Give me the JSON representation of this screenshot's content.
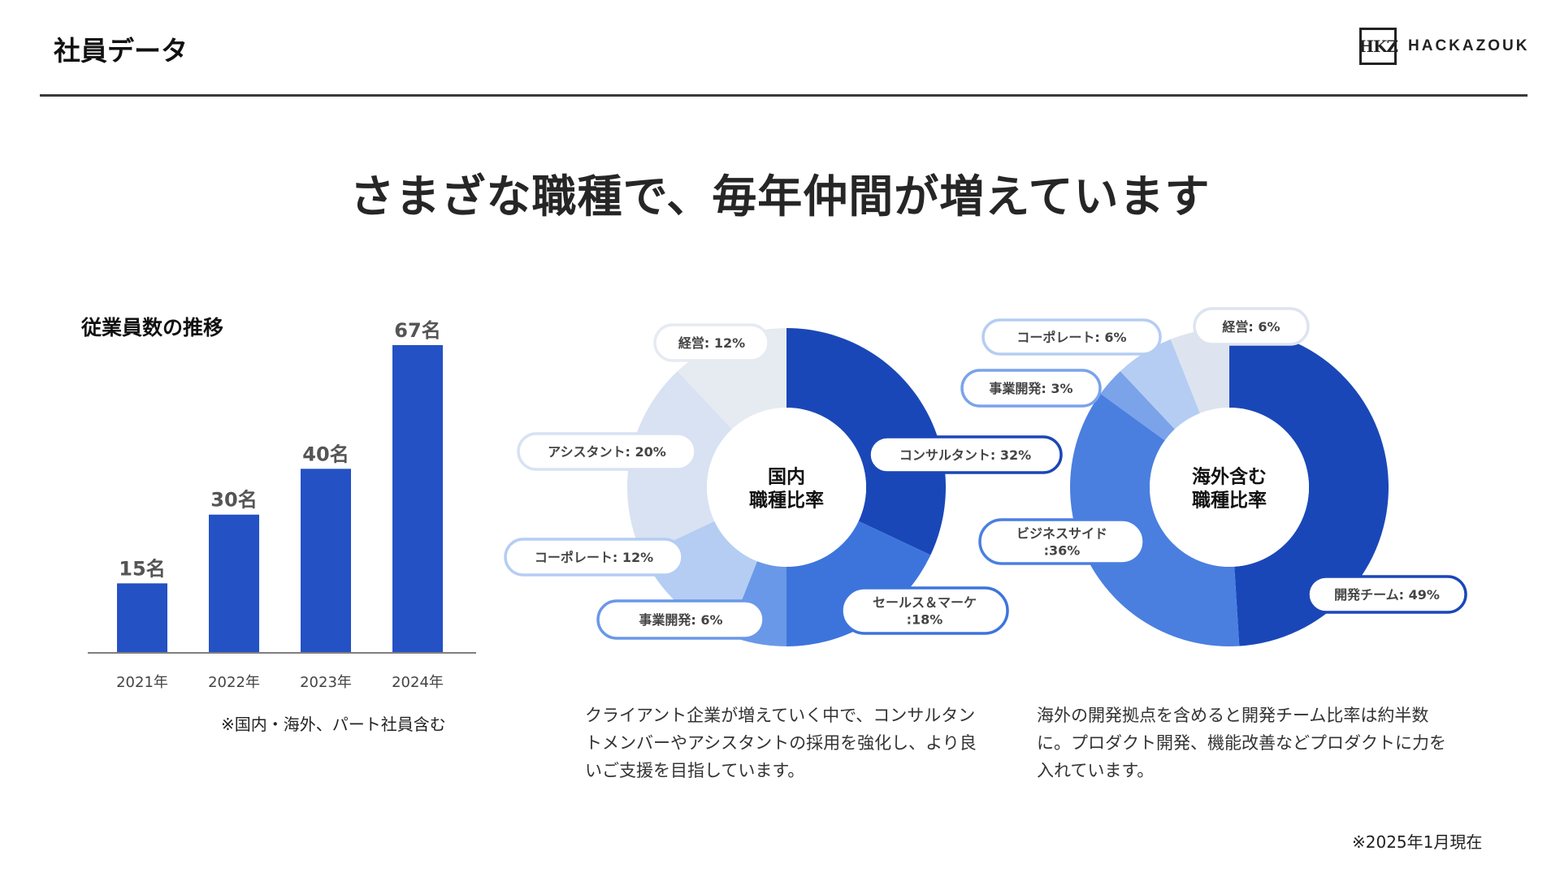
{
  "header": {
    "title": "社員データ",
    "logo_mark": "HKZ",
    "logo_text": "HACKAZOUK"
  },
  "headline": "さまざな職種で、毎年仲間が増えています",
  "bar_section": {
    "title": "従業員数の推移",
    "note": "※国内・海外、パート社員含む"
  },
  "domestic_text": "クライアント企業が増えていく中で、コンサルタントメンバーやアシスタントの採用を強化し、より良いご支援を目指しています。",
  "overseas_text": "海外の開発拠点を含めると開発チーム比率は約半数に。プロダクト開発、機能改善などプロダクトに力を入れています。",
  "as_of": "※2025年1月現在",
  "colors": {
    "bar": "#2451c4",
    "dark_blue": "#1a47b8",
    "mid_blue": "#4a7fe0",
    "light_blue": "#a9c4f2",
    "pale_blue": "#d7e3f4",
    "paler_blue": "#e4e9f1"
  },
  "chart_data": [
    {
      "type": "bar",
      "title": "従業員数の推移",
      "categories": [
        "2021年",
        "2022年",
        "2023年",
        "2024年"
      ],
      "values": [
        15,
        30,
        40,
        67
      ],
      "value_labels": [
        "15名",
        "30名",
        "40名",
        "67名"
      ],
      "ylim": [
        0,
        67
      ]
    },
    {
      "type": "pie",
      "title": "国内\n職種比率",
      "slices": [
        {
          "label": "コンサルタント: 32%",
          "value": 32,
          "color": "#1a47b8"
        },
        {
          "label": "セールス＆マーケ\n:18%",
          "value": 18,
          "color": "#3d74dc"
        },
        {
          "label": "事業開発: 6%",
          "value": 6,
          "color": "#6a98e8"
        },
        {
          "label": "コーポレート: 12%",
          "value": 12,
          "color": "#b5cdf3"
        },
        {
          "label": "アシスタント: 20%",
          "value": 20,
          "color": "#d8e2f2"
        },
        {
          "label": "経営: 12%",
          "value": 12,
          "color": "#e6eaf1"
        }
      ]
    },
    {
      "type": "pie",
      "title": "海外含む\n職種比率",
      "slices": [
        {
          "label": "開発チーム: 49%",
          "value": 49,
          "color": "#1a47b8"
        },
        {
          "label": "ビジネスサイド\n:36%",
          "value": 36,
          "color": "#4a7fe0"
        },
        {
          "label": "事業開発: 3%",
          "value": 3,
          "color": "#7aa3ea"
        },
        {
          "label": "コーポレート: 6%",
          "value": 6,
          "color": "#b5cdf3"
        },
        {
          "label": "経営: 6%",
          "value": 6,
          "color": "#dde4ef"
        }
      ]
    }
  ]
}
